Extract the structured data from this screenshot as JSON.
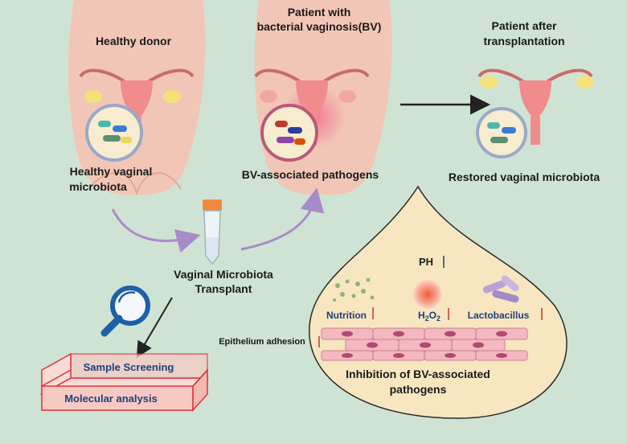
{
  "labels": {
    "healthy_donor": "Healthy donor",
    "patient_bv_line1": "Patient with",
    "patient_bv_line2": "bacterial vaginosis(BV)",
    "patient_after_line1": "Patient after",
    "patient_after_line2": "transplantation",
    "healthy_micro_line1": "Healthy vaginal",
    "healthy_micro_line2": "microbiota",
    "bv_pathogens": "BV-associated pathogens",
    "restored": "Restored vaginal microbiota",
    "vmt_line1": "Vaginal Microbiota",
    "vmt_line2": "Transplant",
    "ph": "PH",
    "nutrition": "Nutrition",
    "h2o2_base": "H",
    "h2o2_sub1": "2",
    "h2o2_mid": "O",
    "h2o2_sub2": "2",
    "lactobacillus": "Lactobacillus",
    "epithelium": "Epithelium adhesion",
    "inhibition_line1": "Inhibition of BV-associated",
    "inhibition_line2": "pathogens",
    "sample_screening": "Sample Screening",
    "molecular_analysis": "Molecular analysis"
  },
  "colors": {
    "background": "#cfe3d4",
    "skin": "#f2c6b6",
    "skin_dark": "#e2a896",
    "uterus": "#f08c8c",
    "ovary": "#f3e27a",
    "bubble": "#f7ecd0",
    "inflammation": "#f26d8a",
    "arrow_purple": "#a88bc9",
    "text_blue": "#1f3f7a",
    "box_red": "#e0323a",
    "box_fill": "#f7c9c3"
  }
}
